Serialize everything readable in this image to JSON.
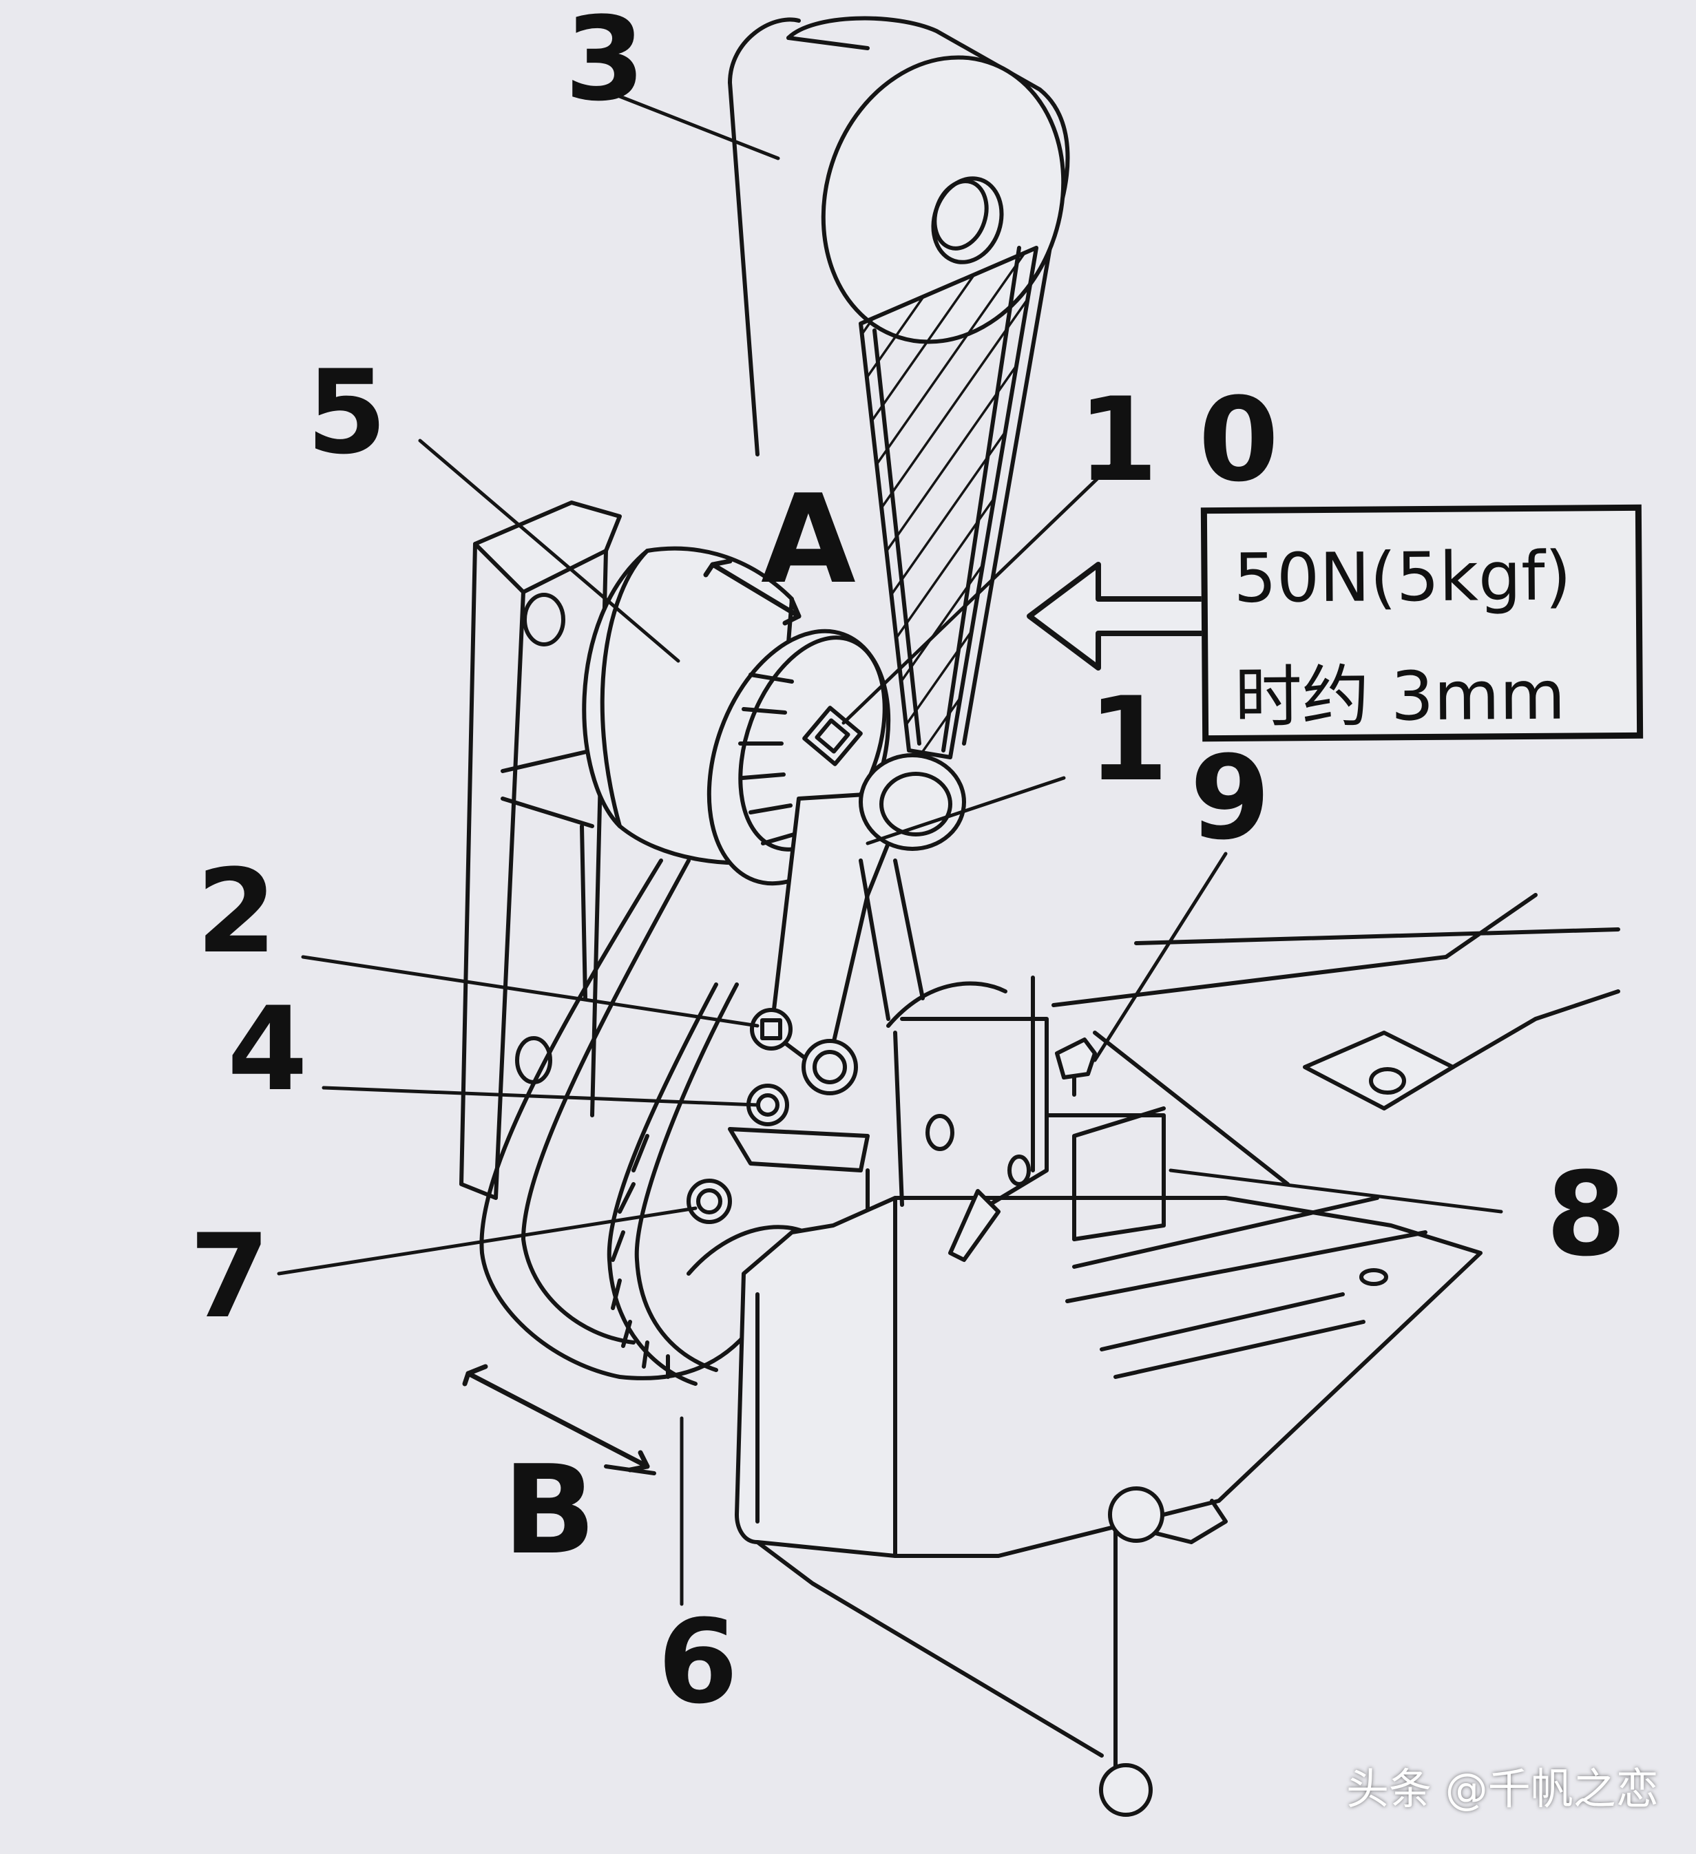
{
  "figure": {
    "callouts": {
      "n1": "1",
      "n2": "2",
      "n3": "3",
      "n4": "4",
      "n5": "5",
      "n6": "6",
      "n7": "7",
      "n8": "8",
      "n9": "9",
      "n10": "1 0"
    },
    "arrows": {
      "a": "A",
      "b": "B"
    },
    "note": {
      "line1": "50N(5kgf)",
      "line2": "时约 3mm"
    },
    "watermark": "头条 @千帆之恋"
  }
}
